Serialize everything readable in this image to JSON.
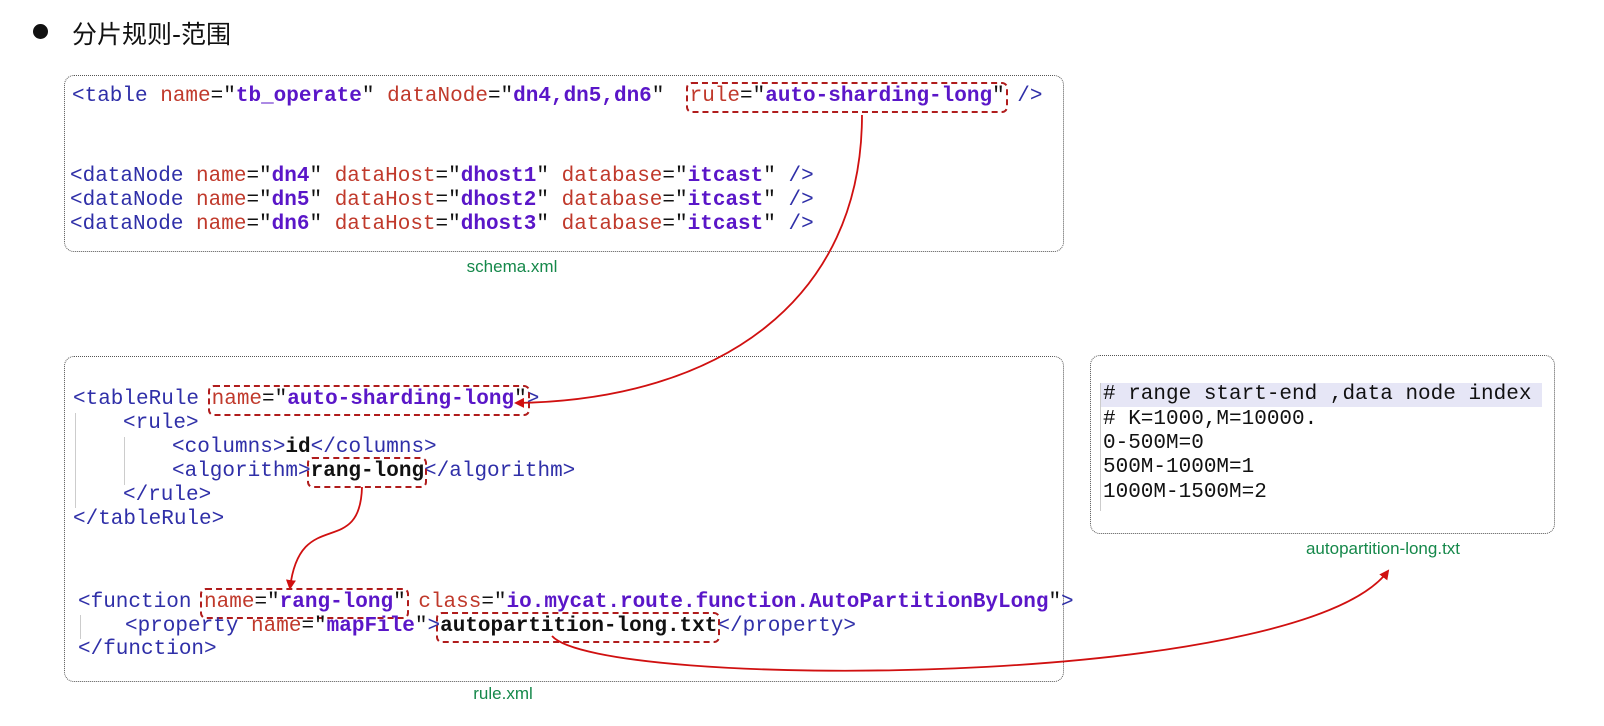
{
  "title": "分片规则-范围",
  "captions": {
    "schema": "schema.xml",
    "rule": "rule.xml",
    "mapfile": "autopartition-long.txt"
  },
  "colors": {
    "tag": "#2f2fa8",
    "attr": "#c0392b",
    "value": "#5a16c8",
    "highlight": "#b01c1c",
    "arrow": "#d01010",
    "caption": "#15884a"
  },
  "schema_lines": [
    [
      {
        "k": "tag",
        "s": "<table "
      },
      {
        "k": "attr",
        "s": "name"
      },
      {
        "k": "plain",
        "s": "=\""
      },
      {
        "k": "val",
        "s": "tb_operate"
      },
      {
        "k": "plain",
        "s": "\" "
      },
      {
        "k": "attr",
        "s": "dataNode"
      },
      {
        "k": "plain",
        "s": "=\""
      },
      {
        "k": "val",
        "s": "dn4,dn5,dn6"
      },
      {
        "k": "plain",
        "s": "\"  "
      },
      {
        "k": "group",
        "hl": true,
        "parts": [
          {
            "k": "attr",
            "s": "rule"
          },
          {
            "k": "plain",
            "s": "=\""
          },
          {
            "k": "val",
            "s": "auto-sharding-long"
          },
          {
            "k": "plain",
            "s": "\""
          }
        ]
      },
      {
        "k": "tag",
        "s": " />"
      }
    ],
    [
      {
        "k": "tag",
        "s": "<dataNode "
      },
      {
        "k": "attr",
        "s": "name"
      },
      {
        "k": "plain",
        "s": "=\""
      },
      {
        "k": "val",
        "s": "dn4"
      },
      {
        "k": "plain",
        "s": "\" "
      },
      {
        "k": "attr",
        "s": "dataHost"
      },
      {
        "k": "plain",
        "s": "=\""
      },
      {
        "k": "val",
        "s": "dhost1"
      },
      {
        "k": "plain",
        "s": "\" "
      },
      {
        "k": "attr",
        "s": "database"
      },
      {
        "k": "plain",
        "s": "=\""
      },
      {
        "k": "val",
        "s": "itcast"
      },
      {
        "k": "plain",
        "s": "\" "
      },
      {
        "k": "tag",
        "s": "/>"
      }
    ],
    [
      {
        "k": "tag",
        "s": "<dataNode "
      },
      {
        "k": "attr",
        "s": "name"
      },
      {
        "k": "plain",
        "s": "=\""
      },
      {
        "k": "val",
        "s": "dn5"
      },
      {
        "k": "plain",
        "s": "\" "
      },
      {
        "k": "attr",
        "s": "dataHost"
      },
      {
        "k": "plain",
        "s": "=\""
      },
      {
        "k": "val",
        "s": "dhost2"
      },
      {
        "k": "plain",
        "s": "\" "
      },
      {
        "k": "attr",
        "s": "database"
      },
      {
        "k": "plain",
        "s": "=\""
      },
      {
        "k": "val",
        "s": "itcast"
      },
      {
        "k": "plain",
        "s": "\" "
      },
      {
        "k": "tag",
        "s": "/>"
      }
    ],
    [
      {
        "k": "tag",
        "s": "<dataNode "
      },
      {
        "k": "attr",
        "s": "name"
      },
      {
        "k": "plain",
        "s": "=\""
      },
      {
        "k": "val",
        "s": "dn6"
      },
      {
        "k": "plain",
        "s": "\" "
      },
      {
        "k": "attr",
        "s": "dataHost"
      },
      {
        "k": "plain",
        "s": "=\""
      },
      {
        "k": "val",
        "s": "dhost3"
      },
      {
        "k": "plain",
        "s": "\" "
      },
      {
        "k": "attr",
        "s": "database"
      },
      {
        "k": "plain",
        "s": "=\""
      },
      {
        "k": "val",
        "s": "itcast"
      },
      {
        "k": "plain",
        "s": "\" "
      },
      {
        "k": "tag",
        "s": "/>"
      }
    ]
  ],
  "rule_lines": [
    [
      {
        "k": "tag",
        "s": "<tableRule "
      },
      {
        "k": "group",
        "hl": true,
        "parts": [
          {
            "k": "attr",
            "s": "name"
          },
          {
            "k": "plain",
            "s": "=\""
          },
          {
            "k": "val",
            "s": "auto-sharding-long"
          },
          {
            "k": "plain",
            "s": "\""
          }
        ]
      },
      {
        "k": "tag",
        "s": ">"
      }
    ],
    [
      {
        "k": "tag",
        "s": "<rule>"
      }
    ],
    [
      {
        "k": "tag",
        "s": "<columns>"
      },
      {
        "k": "txt",
        "s": "id"
      },
      {
        "k": "tag",
        "s": "</columns>"
      }
    ],
    [
      {
        "k": "tag",
        "s": "<algorithm>"
      },
      {
        "k": "group",
        "hl": true,
        "parts": [
          {
            "k": "txt",
            "s": "rang-long"
          }
        ]
      },
      {
        "k": "tag",
        "s": "</algorithm>"
      }
    ],
    [
      {
        "k": "tag",
        "s": "</rule>"
      }
    ],
    [
      {
        "k": "tag",
        "s": "</tableRule>"
      }
    ],
    [
      {
        "k": "tag",
        "s": "<function "
      },
      {
        "k": "group",
        "hl": true,
        "parts": [
          {
            "k": "attr",
            "s": "name"
          },
          {
            "k": "plain",
            "s": "=\""
          },
          {
            "k": "val",
            "s": "rang-long"
          },
          {
            "k": "plain",
            "s": "\""
          }
        ]
      },
      {
        "k": "plain",
        "s": " "
      },
      {
        "k": "attr",
        "s": "class"
      },
      {
        "k": "plain",
        "s": "=\""
      },
      {
        "k": "val",
        "s": "io.mycat.route.function.AutoPartitionByLong"
      },
      {
        "k": "plain",
        "s": "\""
      },
      {
        "k": "tag",
        "s": ">"
      }
    ],
    [
      {
        "k": "tag",
        "s": "<property "
      },
      {
        "k": "attr",
        "s": "name"
      },
      {
        "k": "plain",
        "s": "=\""
      },
      {
        "k": "val",
        "s": "mapFile"
      },
      {
        "k": "plain",
        "s": "\""
      },
      {
        "k": "tag",
        "s": ">"
      },
      {
        "k": "group",
        "hl": true,
        "parts": [
          {
            "k": "txt",
            "s": "autopartition-long.txt"
          }
        ]
      },
      {
        "k": "tag",
        "s": "</property>"
      }
    ],
    [
      {
        "k": "tag",
        "s": "</function>"
      }
    ]
  ],
  "mapfile_lines": [
    "# range start-end ,data node index",
    "# K=1000,M=10000.",
    "0-500M=0",
    "500M-1000M=1",
    "1000M-1500M=2"
  ]
}
